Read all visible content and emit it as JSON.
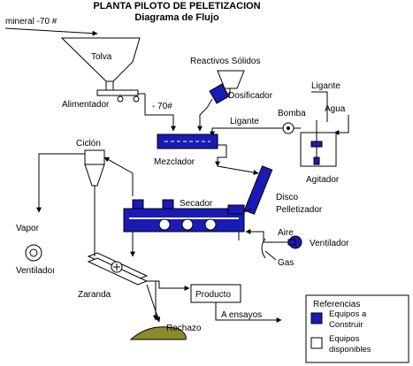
{
  "header": {
    "title": "PLANTA PILOTO DE PELETIZACION",
    "subtitle": "Diagrama de Flujo"
  },
  "labels": {
    "feed": "mineral -70 #",
    "hopper": "Tolva",
    "solid_reagents": "Reactivos Sólidos",
    "doser": "Dosificador",
    "feeder": "Alimentador",
    "minus70": "- 70#",
    "binder_top": "Ligante",
    "water": "Agua",
    "binder_mid": "Ligante",
    "pump": "Bomba",
    "cyclone": "Ciclón",
    "mixer": "Mezclador",
    "agitator": "Agitador",
    "disc_1": "Disco",
    "disc_2": "Pelletizador",
    "dryer": "Secador",
    "steam": "Vapor",
    "fan_left": "Ventiladoı",
    "air": "Aire",
    "fan_right": "Ventilador",
    "gas": "Gas",
    "screen": "Zaranda",
    "product": "Producto",
    "to_assays": "A ensayos",
    "reject": "Rechazo"
  },
  "legend": {
    "title": "Referencias",
    "item1_line1": "Equipos a",
    "item1_line2": "Construir",
    "item2_line1": "Equipos",
    "item2_line2": "disponibles",
    "color_build": "#1a1ab4",
    "color_available": "#ffffff"
  },
  "colors": {
    "equipment_blue": "#1a1ab4",
    "line": "#000000",
    "pile": "#8a8a2a"
  }
}
